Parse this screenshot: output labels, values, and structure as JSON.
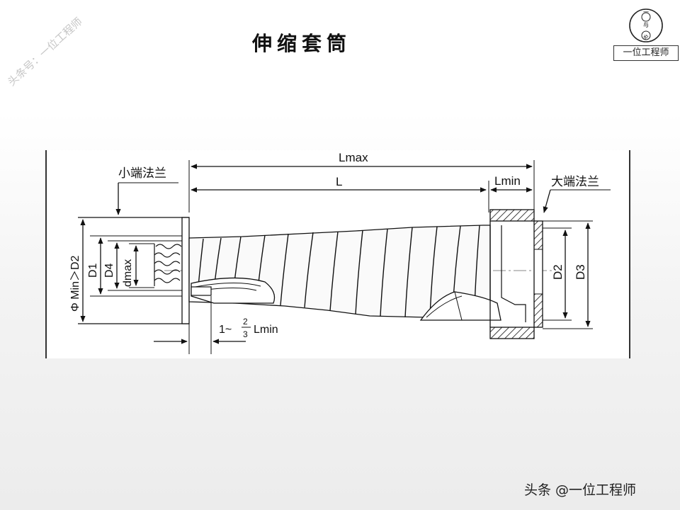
{
  "title": "伸缩套筒",
  "watermark": "头条号：一位工程师",
  "logo": {
    "text": "一位工程师",
    "circle_chars": [
      "一",
      "与",
      "伦"
    ]
  },
  "credit": "头条 @一位工程师",
  "diagram": {
    "labels": {
      "lmax": "Lmax",
      "l": "L",
      "lmin": "Lmin",
      "small_flange": "小端法兰",
      "large_flange": "大端法兰",
      "phi_min": "Φ Min＞D2",
      "d1": "D1",
      "d4": "D4",
      "dmax": "dmax",
      "d2": "D2",
      "d3": "D3",
      "range_prefix": "1~",
      "range_num": "2",
      "range_den": "3",
      "range_suffix": "Lmin"
    }
  }
}
